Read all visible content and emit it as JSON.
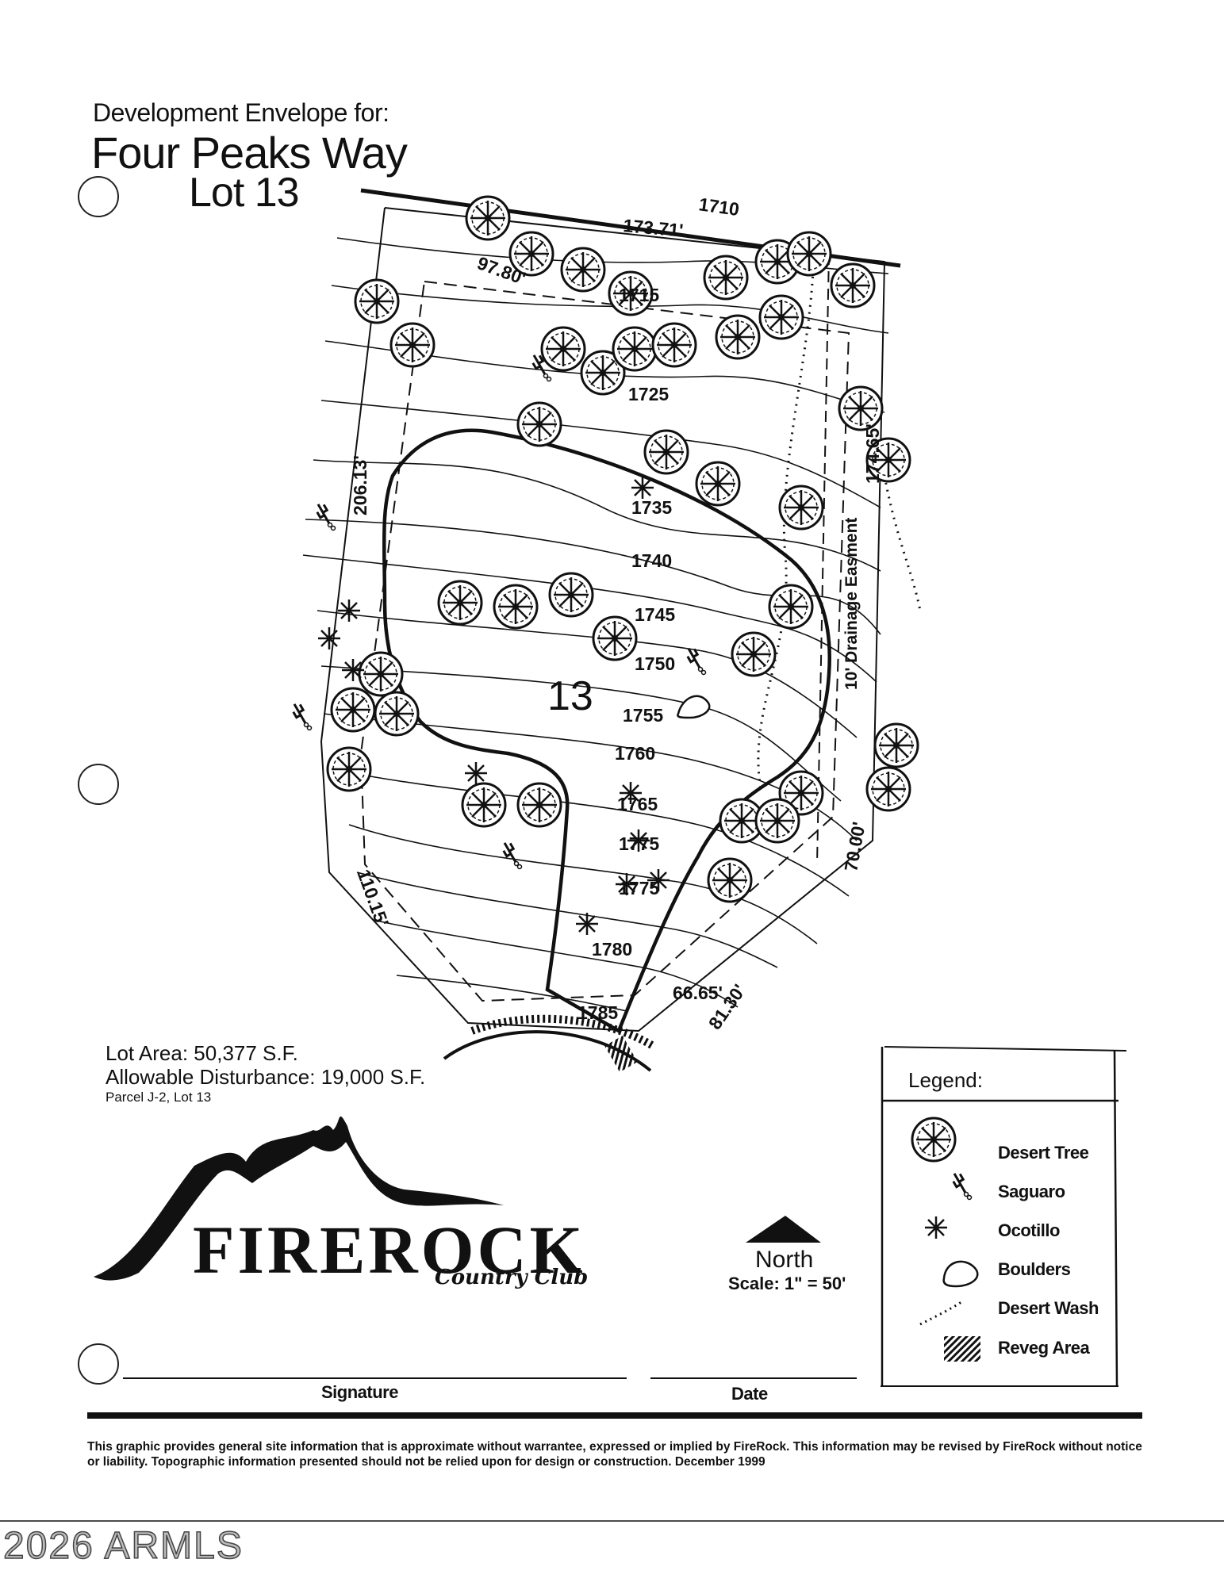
{
  "header": {
    "line1": "Development Envelope for:",
    "line2": "Four Peaks Way",
    "line3": "Lot 13"
  },
  "plan": {
    "lot_number": "13",
    "dimensions": [
      "173.71'",
      "97.80'",
      "206.13'",
      "174.65'",
      "110.15'",
      "66.65'",
      "81.30'",
      "70.00'"
    ],
    "easement_label": "10' Drainage Easment",
    "contours": [
      "1710",
      "1715",
      "1725",
      "1735",
      "1740",
      "1745",
      "1750",
      "1755",
      "1760",
      "1765",
      "1775",
      "1775",
      "1780",
      "1785"
    ]
  },
  "lot_info": {
    "area": "Lot Area: 50,377 S.F.",
    "disturbance": "Allowable Disturbance: 19,000 S.F.",
    "parcel": "Parcel J-2, Lot 13"
  },
  "logo": {
    "name": "FIREROCK",
    "sub": "Country Club"
  },
  "north": {
    "label": "North",
    "scale": "Scale: 1\" = 50'"
  },
  "legend": {
    "title": "Legend:",
    "items": [
      {
        "icon": "desert-tree-icon",
        "label": "Desert Tree"
      },
      {
        "icon": "saguaro-icon",
        "label": "Saguaro"
      },
      {
        "icon": "ocotillo-icon",
        "label": "Ocotillo"
      },
      {
        "icon": "boulders-icon",
        "label": "Boulders"
      },
      {
        "icon": "desert-wash-icon",
        "label": "Desert Wash"
      },
      {
        "icon": "reveg-area-icon",
        "label": "Reveg Area"
      }
    ]
  },
  "signature": {
    "signature_label": "Signature",
    "date_label": "Date"
  },
  "disclaimer": "This graphic provides general site information that is approximate without warrantee, expressed or implied by FireRock.  This information may be revised by FireRock without notice or liability.  Topographic information presented should not be relied upon for design or construction.  December 1999",
  "copyright": "2026 ARMLS"
}
